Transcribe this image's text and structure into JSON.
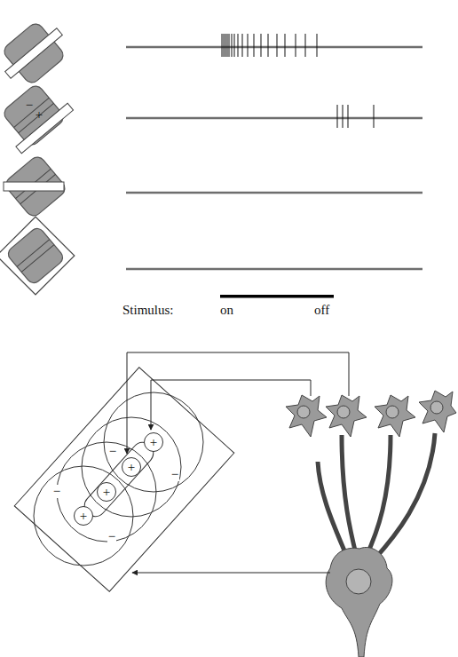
{
  "diagram": {
    "nodes": [
      {
        "text": [
          "+"
        ]
      },
      {
        "text": [
          "+"
        ]
      },
      {
        "text": [
          "+"
        ]
      },
      {
        "text": [
          "+"
        ]
      }
    ],
    "labels": [
      "−",
      "+",
      "Stimulus:",
      "on",
      "off",
      "−",
      "−",
      "−",
      "−"
    ]
  }
}
